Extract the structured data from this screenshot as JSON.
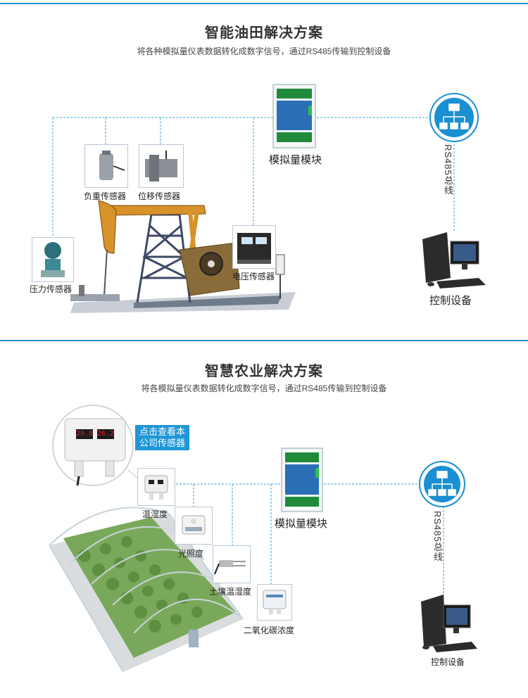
{
  "section1": {
    "title": "智能油田解决方案",
    "subtitle": "将各种模拟量仪表数据转化成数字信号，通过RS485传输到控制设备",
    "sensors": {
      "load": "负重传感器",
      "displacement": "位移传感器",
      "pressure": "压力传感器",
      "voltage": "电压传感器"
    },
    "module": "模拟量模块",
    "bus": "RS485总线",
    "controller": "控制设备"
  },
  "section2": {
    "title": "智慧农业解决方案",
    "subtitle": "将各模拟量仪表数据转化成数字信号，通过RS485传输到控制设备",
    "callout_line1": "点击查看本",
    "callout_line2": "公司传感器",
    "display_left": "29.8",
    "display_right": "26.2",
    "sensors": {
      "temp_humidity": "温湿度",
      "illuminance": "光照度",
      "soil": "土壤温湿度",
      "co2": "二氧化碳浓度"
    },
    "module": "模拟量模块",
    "bus": "RS485总线",
    "controller": "控制设备"
  },
  "colors": {
    "accent": "#1a8fd2",
    "dash": "#3aa0dc",
    "display": "#e0202a"
  }
}
